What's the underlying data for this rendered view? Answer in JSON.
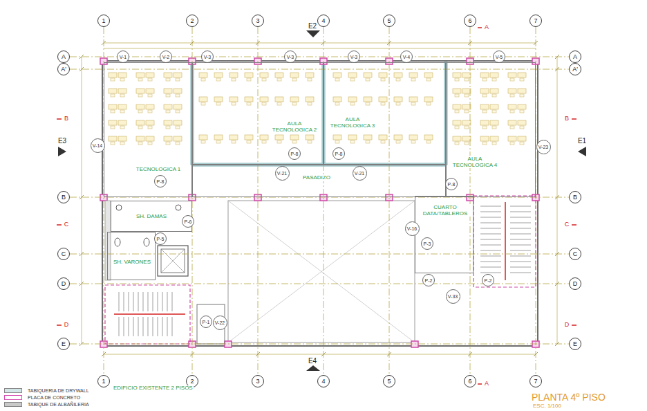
{
  "diagram": {
    "title": "PLANTA 4º PISO",
    "nodes": [
      {
        "text": [
          "1"
        ]
      },
      {
        "text": [
          "2"
        ]
      },
      {
        "text": [
          "3"
        ]
      },
      {
        "text": [
          "4"
        ]
      },
      {
        "text": [
          "5"
        ]
      },
      {
        "text": [
          "6"
        ]
      },
      {
        "text": [
          "7"
        ]
      },
      {
        "text": [
          "1"
        ]
      },
      {
        "text": [
          "2"
        ]
      },
      {
        "text": [
          "3"
        ]
      },
      {
        "text": [
          "4"
        ]
      },
      {
        "text": [
          "5"
        ]
      },
      {
        "text": [
          "6"
        ]
      },
      {
        "text": [
          "7"
        ]
      },
      {
        "text": [
          "A"
        ]
      },
      {
        "text": [
          "A'"
        ]
      },
      {
        "text": [
          "B"
        ]
      },
      {
        "text": [
          "C"
        ]
      },
      {
        "text": [
          "D"
        ]
      },
      {
        "text": [
          "E"
        ]
      },
      {
        "text": [
          "A"
        ]
      },
      {
        "text": [
          "A'"
        ]
      },
      {
        "text": [
          "B"
        ]
      },
      {
        "text": [
          "C"
        ]
      },
      {
        "text": [
          "D"
        ]
      },
      {
        "text": [
          "E"
        ]
      },
      {
        "text": [
          "TECNOLOGICA 1"
        ]
      },
      {
        "text": [
          "AULA TECNOLOGICA 2"
        ]
      },
      {
        "text": [
          "AULA TECNOLOGICA 3"
        ]
      },
      {
        "text": [
          "AULA TECNOLOGICA 4"
        ]
      },
      {
        "text": [
          "PASADIZO"
        ]
      },
      {
        "text": [
          "SH. DAMAS"
        ]
      },
      {
        "text": [
          "SH. VARONES"
        ]
      },
      {
        "text": [
          "CUARTO DATA/TABLEROS"
        ]
      },
      {
        "text": [
          "P-8"
        ],
        "in": 26
      },
      {
        "text": [
          "P-8"
        ],
        "in": 27
      },
      {
        "text": [
          "P-8"
        ],
        "in": 28
      },
      {
        "text": [
          "P-8"
        ],
        "in": 29
      },
      {
        "text": [
          "P-6"
        ]
      },
      {
        "text": [
          "P-5"
        ]
      },
      {
        "text": [
          "P-3"
        ],
        "in": 33
      },
      {
        "text": [
          "P-2"
        ]
      },
      {
        "text": [
          "P-2"
        ]
      },
      {
        "text": [
          "P-1"
        ]
      },
      {
        "text": [
          "V-1"
        ]
      },
      {
        "text": [
          "V-2"
        ]
      },
      {
        "text": [
          "V-3"
        ]
      },
      {
        "text": [
          "V-3"
        ]
      },
      {
        "text": [
          "V-3"
        ]
      },
      {
        "text": [
          "V-4"
        ]
      },
      {
        "text": [
          "V-5"
        ]
      },
      {
        "text": [
          "V-14"
        ]
      },
      {
        "text": [
          "V-23"
        ]
      },
      {
        "text": [
          "V-21"
        ],
        "in": 30
      },
      {
        "text": [
          "V-21"
        ],
        "in": 30
      },
      {
        "text": [
          "V-16"
        ]
      },
      {
        "text": [
          "V-22"
        ]
      },
      {
        "text": [
          "V-33"
        ]
      }
    ],
    "edges": [
      {
        "from": 0,
        "to": 7,
        "arrow": "none"
      },
      {
        "from": 1,
        "to": 8,
        "arrow": "none"
      },
      {
        "from": 2,
        "to": 9,
        "arrow": "none"
      },
      {
        "from": 3,
        "to": 10,
        "arrow": "none"
      },
      {
        "from": 4,
        "to": 11,
        "arrow": "none"
      },
      {
        "from": 5,
        "to": 12,
        "arrow": "none"
      },
      {
        "from": 6,
        "to": 13,
        "arrow": "none"
      },
      {
        "from": 14,
        "to": 20,
        "arrow": "none"
      },
      {
        "from": 15,
        "to": 21,
        "arrow": "none"
      },
      {
        "from": 16,
        "to": 22,
        "arrow": "none"
      },
      {
        "from": 17,
        "to": 23,
        "arrow": "none"
      },
      {
        "from": 18,
        "to": 24,
        "arrow": "none"
      },
      {
        "from": 19,
        "to": 25,
        "arrow": "none"
      }
    ],
    "labels": [
      "E2",
      "E3",
      "E1",
      "E4",
      "A",
      "A",
      "B",
      "B",
      "C",
      "C",
      "D",
      "D",
      "EDIFICIO EXISTENTE 2 PISOS",
      "ESC. 1/100"
    ],
    "legend": [
      {
        "text": "TABIQUERIA DE DRYWALL",
        "color": "#d3e6e8"
      },
      {
        "text": "PLACA DE CONCRETO",
        "color": "#d64fb4"
      },
      {
        "text": "TABIQUE DE ALBAÑILERIA",
        "color": "#c9c9c9"
      }
    ]
  }
}
